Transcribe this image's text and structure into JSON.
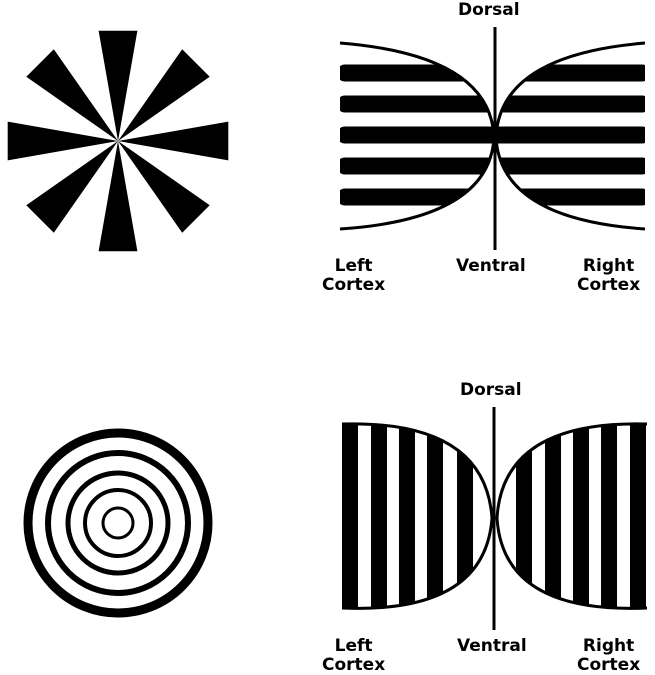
{
  "panels": {
    "top": {
      "stimulus": "radial-wedge-pattern",
      "dorsal": "Dorsal",
      "left_cortex": [
        "Left",
        "Cortex"
      ],
      "ventral": "Ventral",
      "right_cortex": [
        "Right",
        "Cortex"
      ]
    },
    "bottom": {
      "stimulus": "concentric-ring-pattern",
      "dorsal": "Dorsal",
      "left_cortex": [
        "Left",
        "Cortex"
      ],
      "ventral": "Ventral",
      "right_cortex": [
        "Right",
        "Cortex"
      ]
    }
  },
  "colors": {
    "ink": "#000000",
    "background": "#ffffff"
  }
}
